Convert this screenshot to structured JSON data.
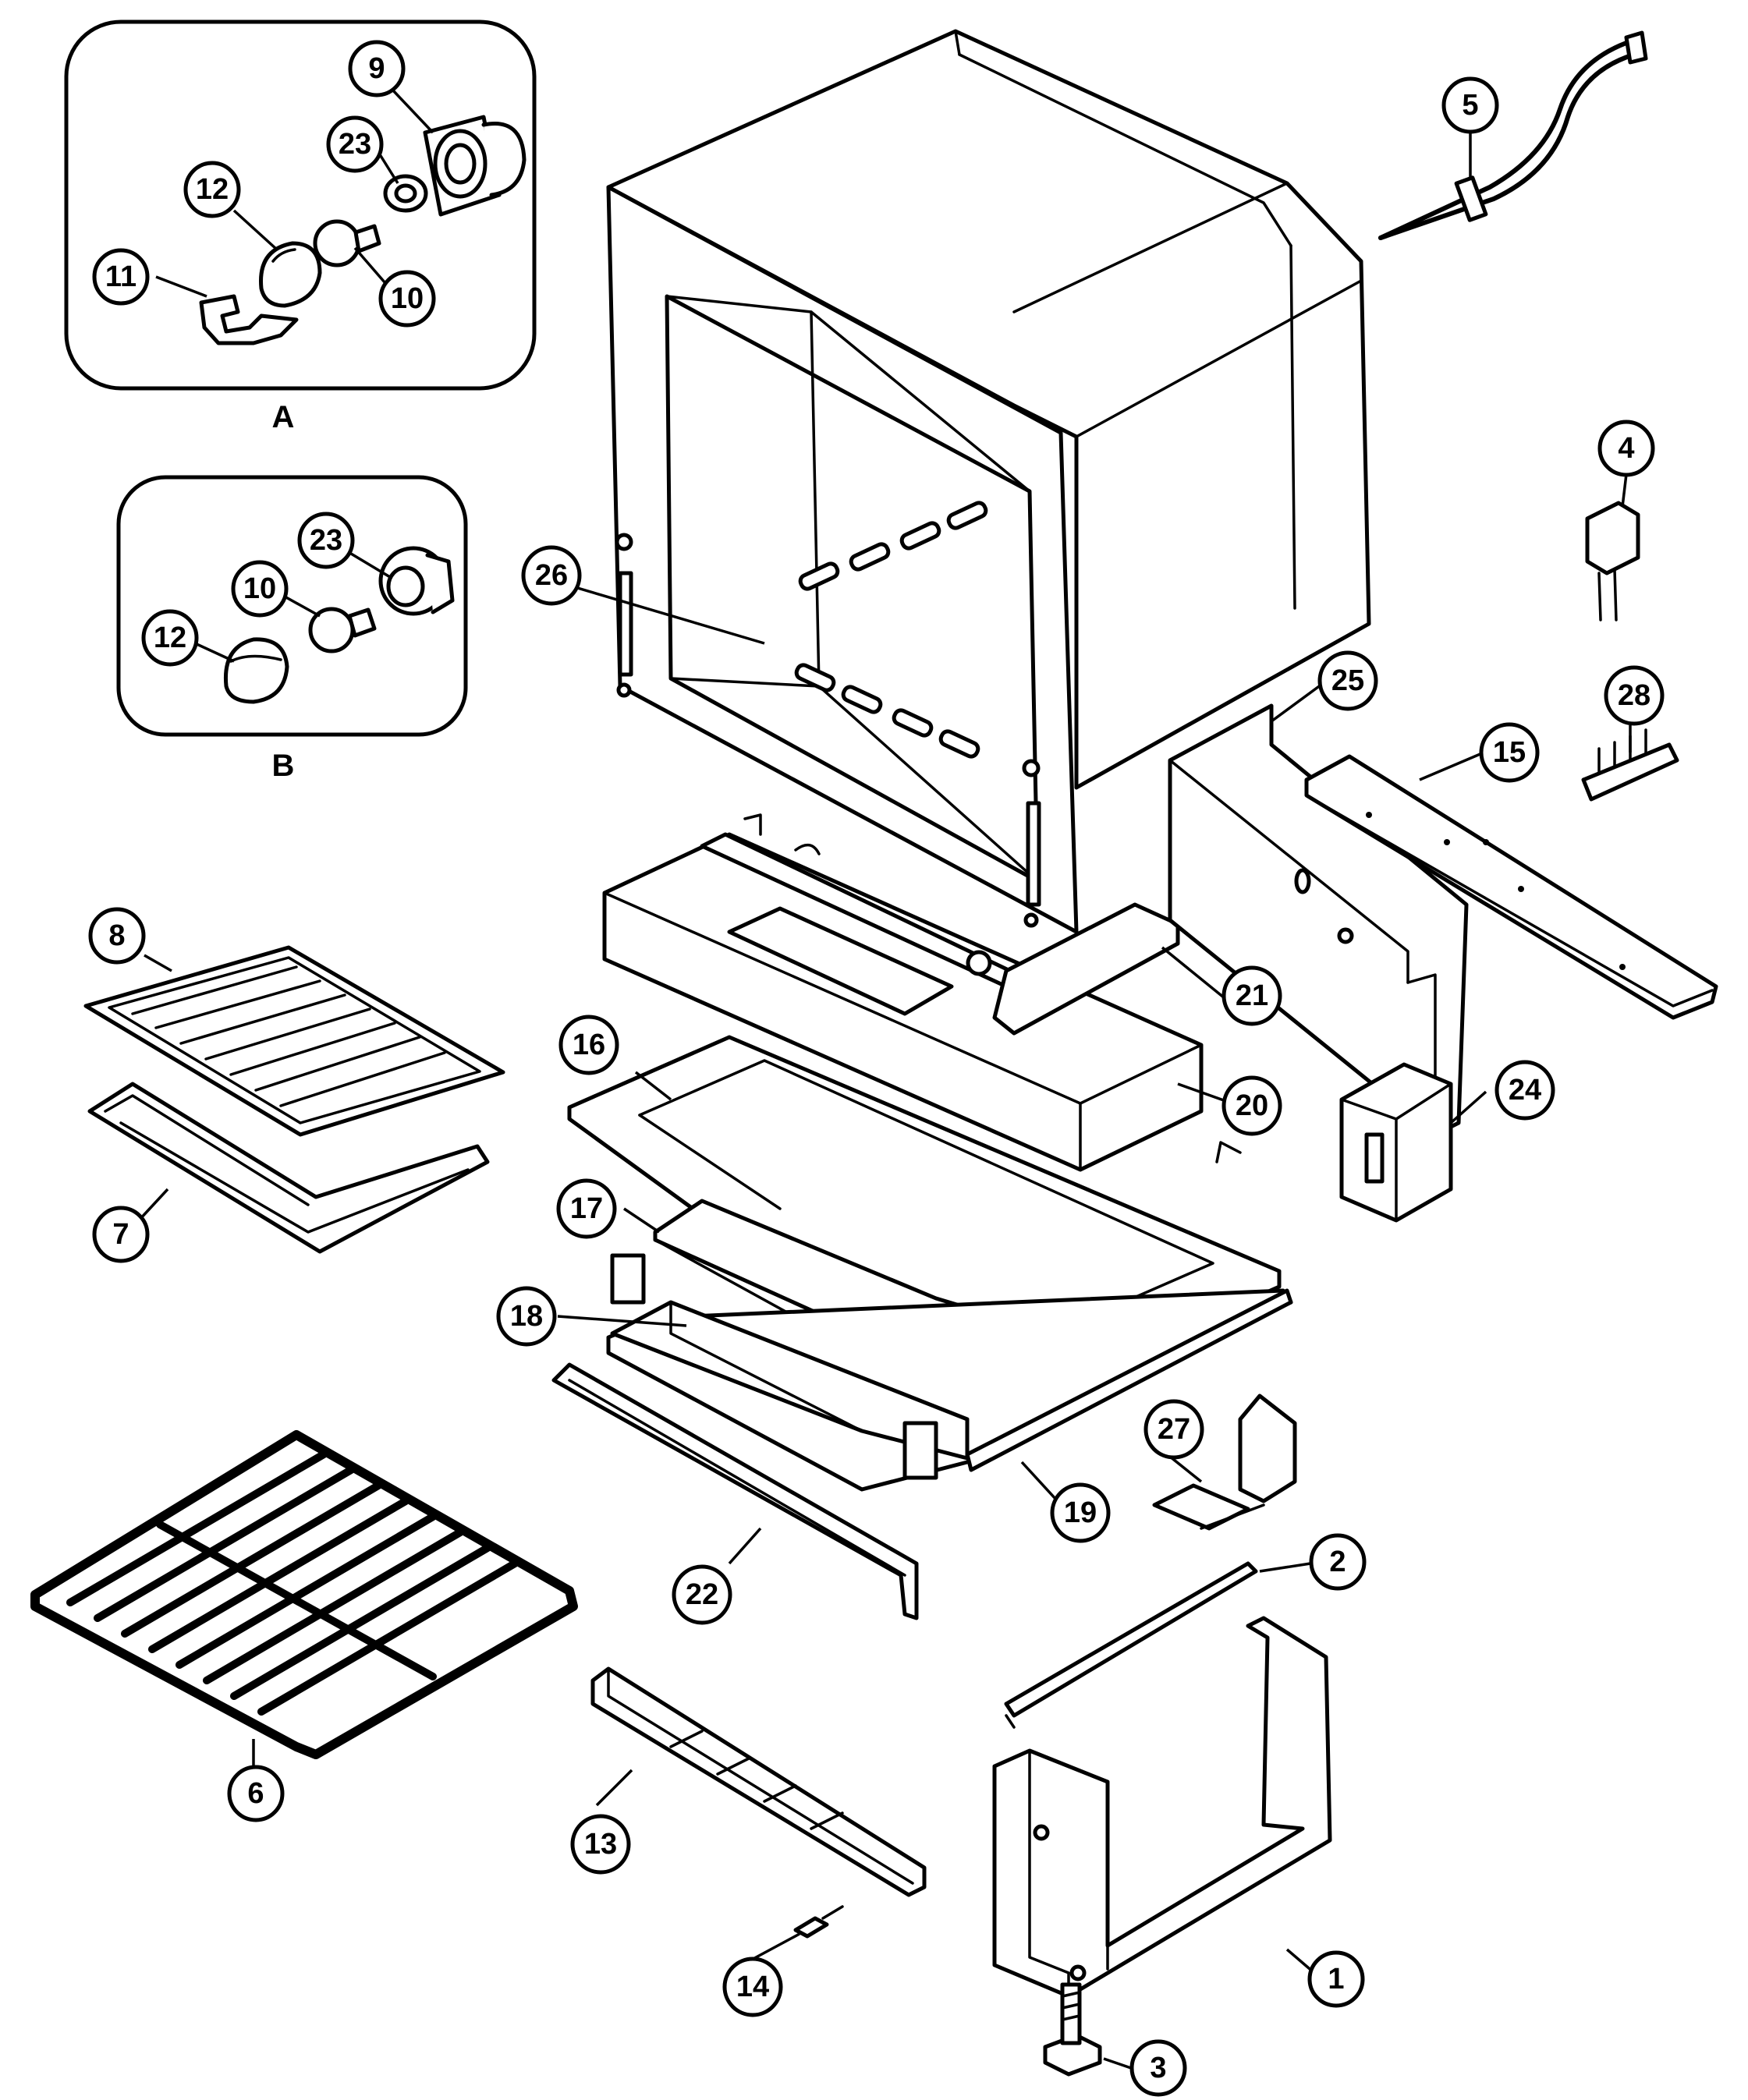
{
  "insets": [
    {
      "id": "A",
      "label": "A"
    },
    {
      "id": "B",
      "label": "B"
    }
  ],
  "callouts": [
    {
      "id": "c1",
      "label": "1"
    },
    {
      "id": "c2",
      "label": "2"
    },
    {
      "id": "c3",
      "label": "3"
    },
    {
      "id": "c4",
      "label": "4"
    },
    {
      "id": "c5",
      "label": "5"
    },
    {
      "id": "c6",
      "label": "6"
    },
    {
      "id": "c7",
      "label": "7"
    },
    {
      "id": "c8",
      "label": "8"
    },
    {
      "id": "c9",
      "label": "9"
    },
    {
      "id": "c10a",
      "label": "10"
    },
    {
      "id": "c10b",
      "label": "10"
    },
    {
      "id": "c11",
      "label": "11"
    },
    {
      "id": "c12a",
      "label": "12"
    },
    {
      "id": "c12b",
      "label": "12"
    },
    {
      "id": "c13",
      "label": "13"
    },
    {
      "id": "c14",
      "label": "14"
    },
    {
      "id": "c15",
      "label": "15"
    },
    {
      "id": "c16",
      "label": "16"
    },
    {
      "id": "c17",
      "label": "17"
    },
    {
      "id": "c18",
      "label": "18"
    },
    {
      "id": "c19",
      "label": "19"
    },
    {
      "id": "c20",
      "label": "20"
    },
    {
      "id": "c21",
      "label": "21"
    },
    {
      "id": "c22",
      "label": "22"
    },
    {
      "id": "c23a",
      "label": "23"
    },
    {
      "id": "c23b",
      "label": "23"
    },
    {
      "id": "c24",
      "label": "24"
    },
    {
      "id": "c25",
      "label": "25"
    },
    {
      "id": "c26",
      "label": "26"
    },
    {
      "id": "c27",
      "label": "27"
    },
    {
      "id": "c28",
      "label": "28"
    }
  ]
}
